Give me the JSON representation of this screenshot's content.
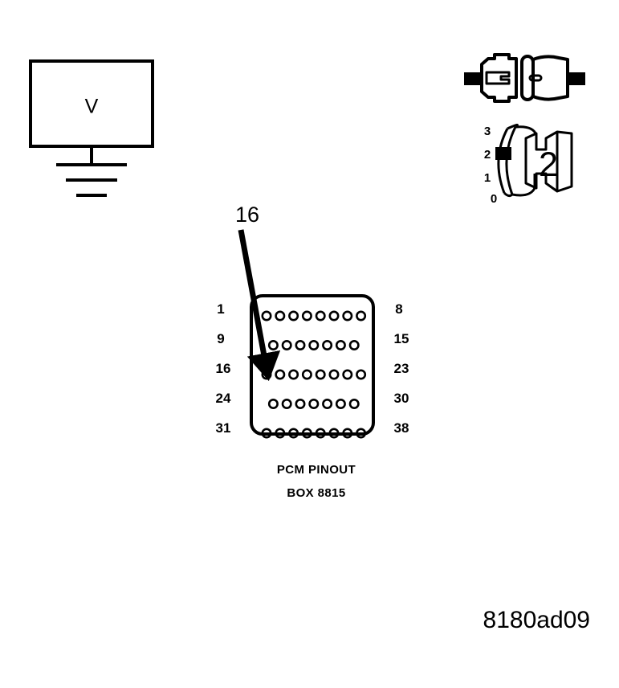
{
  "figure": {
    "code": "8180ad09",
    "background_color": "#ffffff",
    "line_color": "#000000"
  },
  "voltmeter": {
    "label": "V",
    "name": "voltmeter",
    "ground_symbol": "earth-ground"
  },
  "connector": {
    "name": "two-piece-electrical-connector",
    "pieces": [
      "male-plug",
      "female-socket"
    ]
  },
  "rotary_switch": {
    "name": "rotary-selector-cam",
    "selected_position": "2",
    "position_labels": [
      "3",
      "2",
      "1",
      "0"
    ],
    "indicator": "black-block-at-position-2"
  },
  "pinout": {
    "arrow_label": "16",
    "caption_line1": "PCM PINOUT",
    "caption_line2": "BOX 8815",
    "left_labels": [
      "1",
      "9",
      "16",
      "24",
      "31"
    ],
    "right_labels": [
      "8",
      "15",
      "23",
      "30",
      "38"
    ],
    "rows": [
      {
        "start": "1",
        "end": "8",
        "count": 8,
        "offset": false
      },
      {
        "start": "9",
        "end": "15",
        "count": 7,
        "offset": true
      },
      {
        "start": "16",
        "end": "23",
        "count": 8,
        "offset": false
      },
      {
        "start": "24",
        "end": "30",
        "count": 7,
        "offset": true
      },
      {
        "start": "31",
        "end": "38",
        "count": 8,
        "offset": false
      }
    ],
    "highlighted_pin": "16"
  }
}
